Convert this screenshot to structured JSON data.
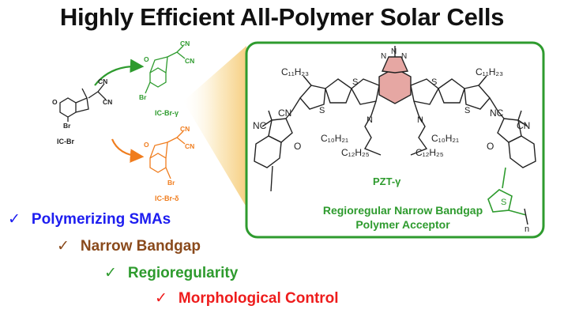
{
  "title": "Highly Efficient All-Polymer Solar Cells",
  "colors": {
    "green": "#2e9b2e",
    "orange": "#f07d1e",
    "blue": "#1d1df0",
    "brown": "#8a4a1c",
    "red": "#ee1c1c",
    "core_fill": "#e6a7a3"
  },
  "molecules": {
    "ic_br": "IC-Br",
    "ic_br_gamma": "IC-Br-γ",
    "ic_br_delta": "IC-Br-δ",
    "br": "Br",
    "cn": "CN",
    "nc": "NC",
    "o": "O"
  },
  "polymer": {
    "name": "PZT-γ",
    "c11h23": "C₁₁H₂₃",
    "c10h21": "C₁₀H₂₁",
    "c12h25": "C₁₂H₂₅",
    "s": "S",
    "n": "N",
    "repeat": "n",
    "caption_line1": "Regioregular Narrow Bandgap",
    "caption_line2": "Polymer Acceptor"
  },
  "checklist": [
    {
      "mark": "✓",
      "text": "Polymerizing SMAs"
    },
    {
      "mark": "✓",
      "text": "Narrow Bandgap"
    },
    {
      "mark": "✓",
      "text": "Regioregularity"
    },
    {
      "mark": "✓",
      "text": "Morphological Control"
    }
  ]
}
